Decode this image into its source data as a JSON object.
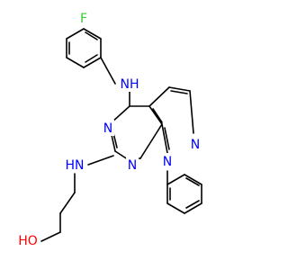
{
  "colors": {
    "carbon_bond": "#000000",
    "nitrogen": "#0000ff",
    "oxygen": "#ff0000",
    "fluorine": "#33cc33"
  },
  "atom_labels": {
    "fluorine": "F",
    "amine_upper_nh": "NH",
    "pyrimidine_n_left": "N",
    "pyrazole_n_right": "N",
    "pyrazole_n1": "N",
    "pyrimidine_n_lower": "N",
    "amine_lower_hn": "HN",
    "hydroxyl": "HO"
  }
}
